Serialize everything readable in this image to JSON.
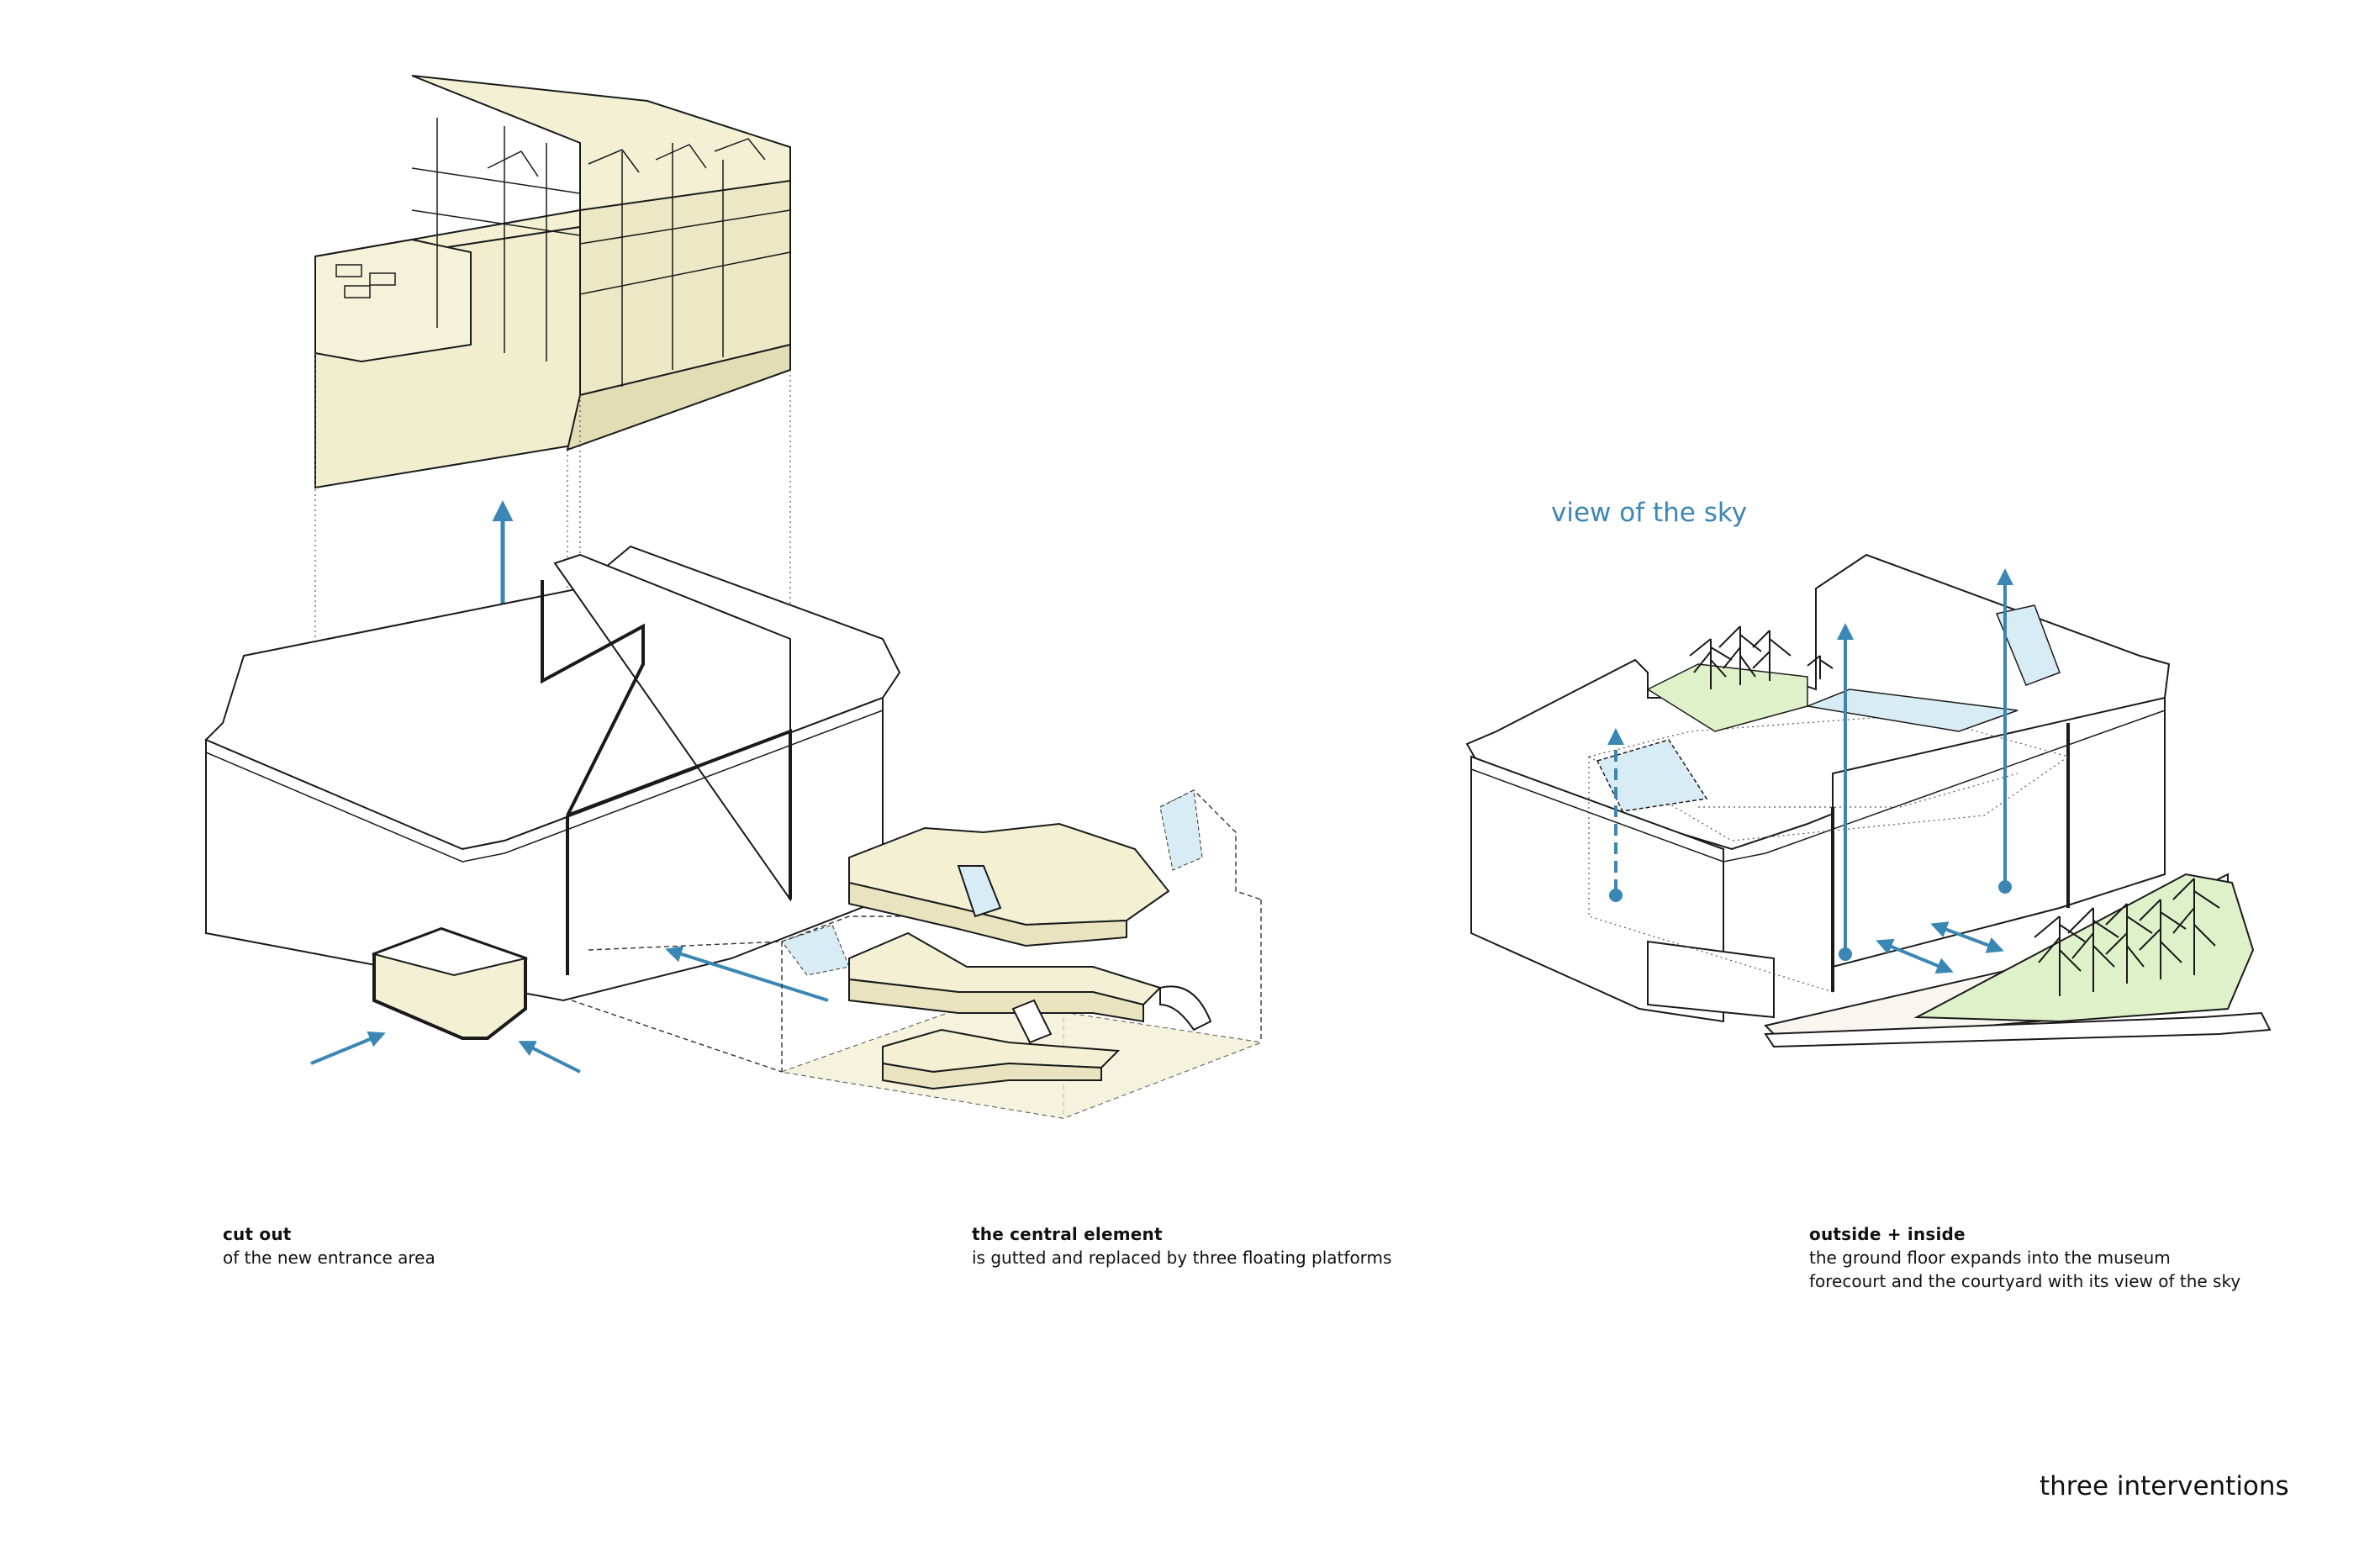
{
  "labels": {
    "sky": "view of the sky",
    "title": "three interventions"
  },
  "captions": [
    {
      "title": "cut out",
      "lines": [
        "of the new entrance area"
      ]
    },
    {
      "title": "the central element",
      "lines": [
        "is gutted and replaced by three floating platforms"
      ]
    },
    {
      "title": "outside + inside",
      "lines": [
        "the ground floor expands into the museum",
        "forecourt and the courtyard with its  view of the sky"
      ]
    }
  ],
  "colors": {
    "cream": "#f3f0d4",
    "cream_dark": "#e9e4bf",
    "blue_arrow": "#3a86b4",
    "glass": "#d8ecf6",
    "grass": "#dff1c9",
    "outline": "#1a1a1a"
  }
}
